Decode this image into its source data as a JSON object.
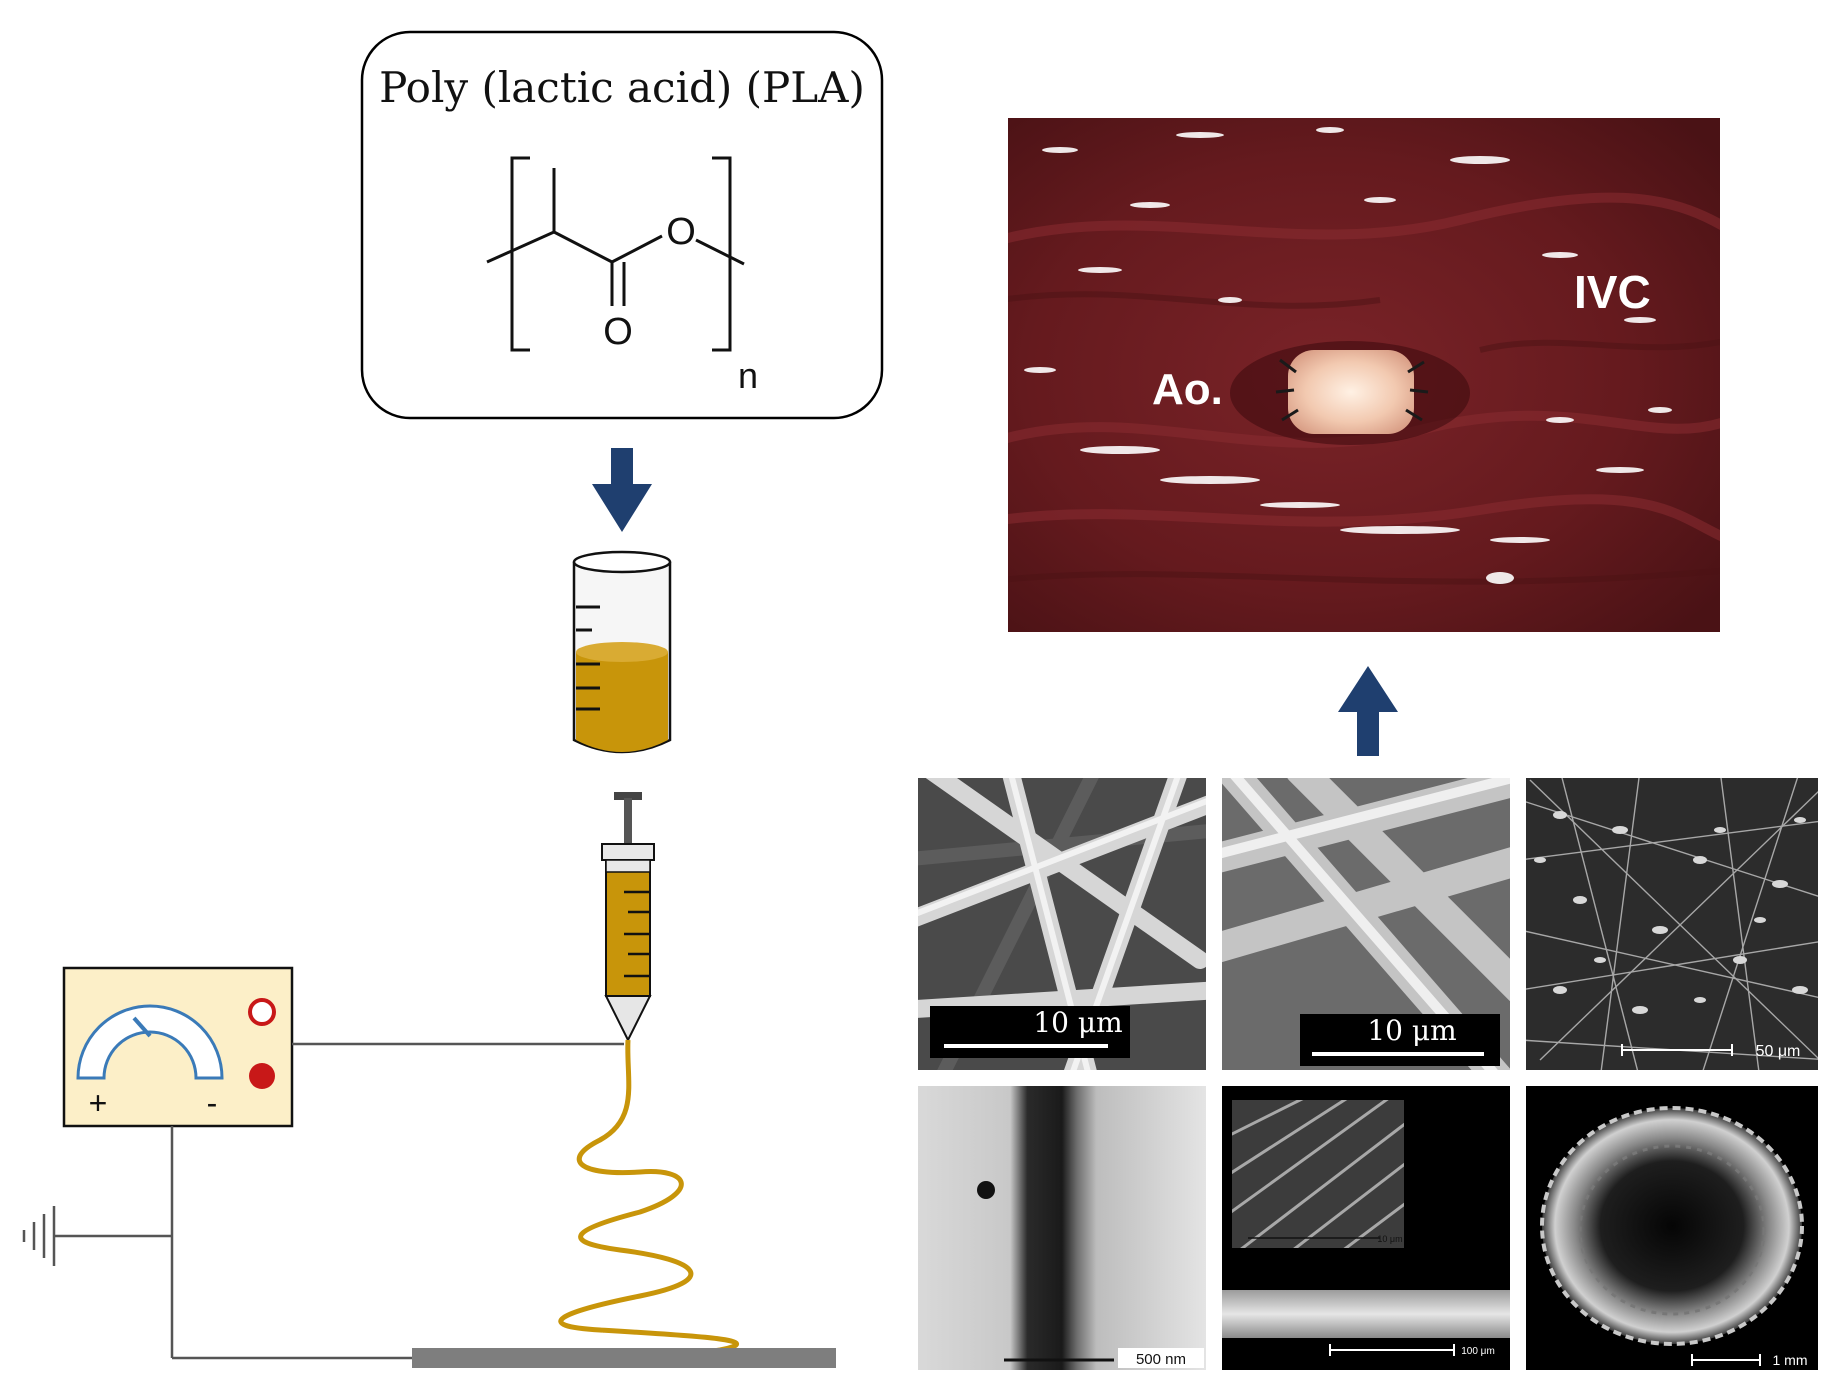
{
  "polymer_box": {
    "title": "Poly (lactic acid) (PLA)",
    "oxygen_label": "O",
    "carbonyl_label": "O",
    "repeat_subscript": "n"
  },
  "power_supply": {
    "plus_label": "+",
    "minus_label": "-"
  },
  "tissue_photo": {
    "label_aorta": "Ao.",
    "label_ivc": "IVC"
  },
  "sem_panels": [
    {
      "scale_label": "10 μm"
    },
    {
      "scale_label": "10 μm"
    },
    {
      "scale_label": "50 μm"
    },
    {
      "scale_label": "500 nm"
    },
    {
      "inset_scale_label": "10 μm",
      "scale_label": "100 μm"
    },
    {
      "scale_label": "1 mm"
    }
  ],
  "colors": {
    "arrow": "#1f3f6f",
    "solution": "#c8950a",
    "tissue": "#6e1c20",
    "collector": "#808080"
  }
}
